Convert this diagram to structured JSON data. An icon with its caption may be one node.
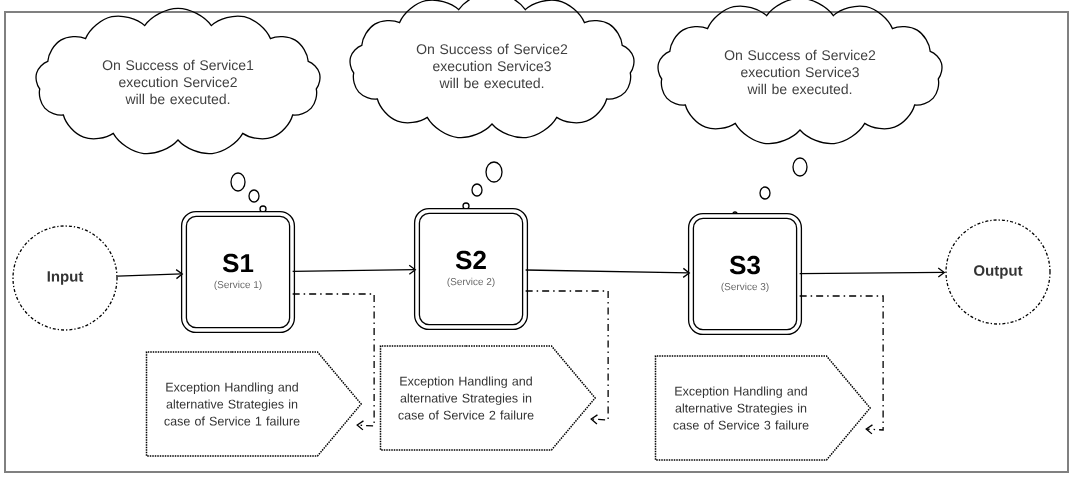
{
  "diagram": {
    "nodes": [
      {
        "text": [
          "On Success of Service1 execution Service2 will be executed."
        ]
      },
      {
        "text": [
          "On Success of Service2 execution Service3 will be executed."
        ]
      },
      {
        "text": [
          "On Success of Service2 execution Service3 will be executed."
        ]
      },
      {
        "text": [
          "Input"
        ]
      },
      {
        "text": [
          "S1",
          "(Service 1)"
        ]
      },
      {
        "text": [
          "S2",
          "(Service 2)"
        ]
      },
      {
        "text": [
          "S3",
          "(Service 3)"
        ]
      },
      {
        "text": [
          "Output"
        ]
      },
      {
        "text": [
          "Exception Handling and alternative Strategies in case of Service 1 failure"
        ]
      },
      {
        "text": [
          "Exception Handling and alternative Strategies in case of Service 2 failure"
        ]
      },
      {
        "text": [
          "Exception Handling and alternative Strategies in case of Service 3 failure"
        ]
      }
    ],
    "edges": [
      {
        "from": 3,
        "to": 4,
        "arrow": "to"
      },
      {
        "from": 4,
        "to": 5,
        "arrow": "to"
      },
      {
        "from": 5,
        "to": 6,
        "arrow": "to"
      },
      {
        "from": 6,
        "to": 7,
        "arrow": "to"
      },
      {
        "from": 4,
        "to": 8,
        "arrow": "to",
        "style": "dashed"
      },
      {
        "from": 5,
        "to": 9,
        "arrow": "to",
        "style": "dashed"
      },
      {
        "from": 6,
        "to": 10,
        "arrow": "to",
        "style": "dashed"
      }
    ]
  }
}
